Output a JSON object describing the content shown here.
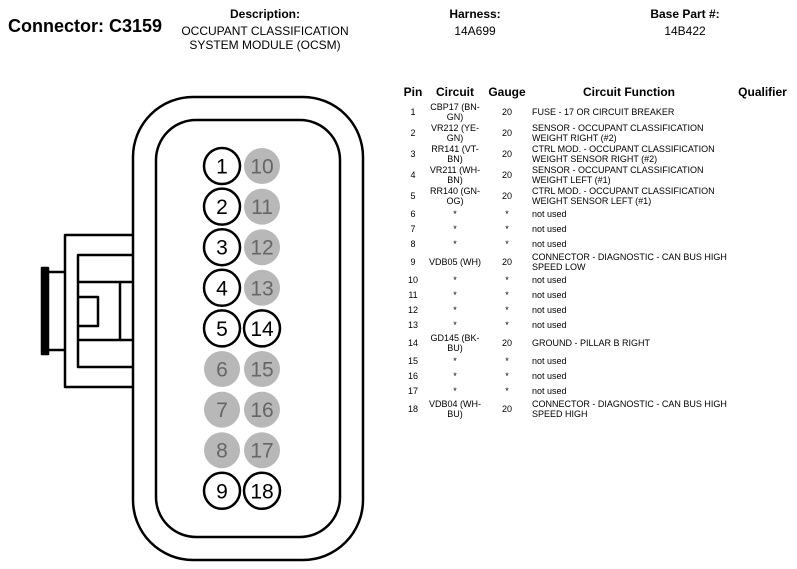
{
  "header": {
    "connector_title": "Connector: C3159",
    "description_label": "Description:",
    "description_line1": "OCCUPANT CLASSIFICATION",
    "description_line2": "SYSTEM MODULE (OCSM)",
    "harness_label": "Harness:",
    "harness_value": "14A699",
    "base_part_label": "Base Part #:",
    "base_part_value": "14B422"
  },
  "colors": {
    "used_pin": "#ffffff",
    "unused_pin": "#b8b8b8",
    "outline": "#000000"
  },
  "connector": {
    "left_column": [
      {
        "pin": "1",
        "used": true
      },
      {
        "pin": "2",
        "used": true
      },
      {
        "pin": "3",
        "used": true
      },
      {
        "pin": "4",
        "used": true
      },
      {
        "pin": "5",
        "used": true
      },
      {
        "pin": "6",
        "used": false
      },
      {
        "pin": "7",
        "used": false
      },
      {
        "pin": "8",
        "used": false
      },
      {
        "pin": "9",
        "used": true
      }
    ],
    "right_column": [
      {
        "pin": "10",
        "used": false
      },
      {
        "pin": "11",
        "used": false
      },
      {
        "pin": "12",
        "used": false
      },
      {
        "pin": "13",
        "used": false
      },
      {
        "pin": "14",
        "used": true
      },
      {
        "pin": "15",
        "used": false
      },
      {
        "pin": "16",
        "used": false
      },
      {
        "pin": "17",
        "used": false
      },
      {
        "pin": "18",
        "used": true
      }
    ]
  },
  "table": {
    "headers": {
      "pin": "Pin",
      "circuit": "Circuit",
      "gauge": "Gauge",
      "function": "Circuit Function",
      "qualifier": "Qualifier"
    },
    "rows": [
      {
        "pin": "1",
        "circuit": "CBP17 (BN-GN)",
        "gauge": "20",
        "function": "FUSE - 17 OR CIRCUIT BREAKER"
      },
      {
        "pin": "2",
        "circuit": "VR212 (YE-GN)",
        "gauge": "20",
        "function": "SENSOR - OCCUPANT CLASSIFICATION WEIGHT RIGHT (#2)"
      },
      {
        "pin": "3",
        "circuit": "RR141 (VT-BN)",
        "gauge": "20",
        "function": "CTRL MOD. - OCCUPANT CLASSIFICATION WEIGHT SENSOR RIGHT (#2)"
      },
      {
        "pin": "4",
        "circuit": "VR211 (WH-BN)",
        "gauge": "20",
        "function": "SENSOR - OCCUPANT CLASSIFICATION WEIGHT LEFT (#1)"
      },
      {
        "pin": "5",
        "circuit": "RR140 (GN-OG)",
        "gauge": "20",
        "function": "CTRL MOD. - OCCUPANT CLASSIFICATION WEIGHT SENSOR LEFT (#1)"
      },
      {
        "pin": "6",
        "circuit": "*",
        "gauge": "*",
        "function": "not used"
      },
      {
        "pin": "7",
        "circuit": "*",
        "gauge": "*",
        "function": "not used"
      },
      {
        "pin": "8",
        "circuit": "*",
        "gauge": "*",
        "function": "not used"
      },
      {
        "pin": "9",
        "circuit": "VDB05 (WH)",
        "gauge": "20",
        "function": "CONNECTOR - DIAGNOSTIC - CAN BUS HIGH SPEED LOW"
      },
      {
        "pin": "10",
        "circuit": "*",
        "gauge": "*",
        "function": "not used"
      },
      {
        "pin": "11",
        "circuit": "*",
        "gauge": "*",
        "function": "not used"
      },
      {
        "pin": "12",
        "circuit": "*",
        "gauge": "*",
        "function": "not used"
      },
      {
        "pin": "13",
        "circuit": "*",
        "gauge": "*",
        "function": "not used"
      },
      {
        "pin": "14",
        "circuit": "GD145 (BK-BU)",
        "gauge": "20",
        "function": "GROUND - PILLAR B RIGHT"
      },
      {
        "pin": "15",
        "circuit": "*",
        "gauge": "*",
        "function": "not used"
      },
      {
        "pin": "16",
        "circuit": "*",
        "gauge": "*",
        "function": "not used"
      },
      {
        "pin": "17",
        "circuit": "*",
        "gauge": "*",
        "function": "not used"
      },
      {
        "pin": "18",
        "circuit": "VDB04 (WH-BU)",
        "gauge": "20",
        "function": "CONNECTOR - DIAGNOSTIC - CAN BUS HIGH SPEED HIGH"
      }
    ]
  }
}
